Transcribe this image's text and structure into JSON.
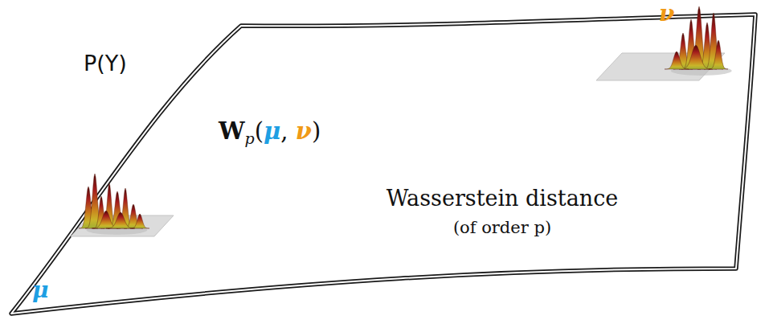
{
  "diagram": {
    "nodes": [
      {
        "text": [
          "P(Y)"
        ]
      },
      {
        "text": [
          "μ"
        ],
        "in": 0
      },
      {
        "text": [
          "ν"
        ],
        "in": 0
      }
    ],
    "edges": [
      {
        "from": 1,
        "to": 2,
        "arrow": "none",
        "label": "Wp(μ, ν)"
      }
    ],
    "labels": [
      "Wasserstein distance",
      "(of order p)"
    ]
  }
}
